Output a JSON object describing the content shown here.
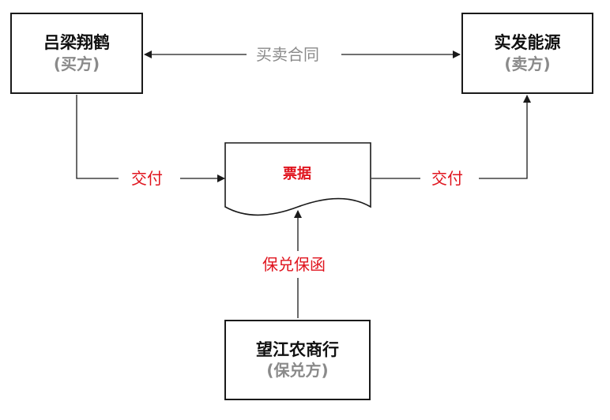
{
  "colors": {
    "line": "#1a1a1a",
    "red_text": "#e0141e",
    "gray_text": "#8a8a8a",
    "dark_text": "#111111"
  },
  "buyer": {
    "name": "吕梁翔鹤",
    "role": "(买方)"
  },
  "seller": {
    "name": "实发能源",
    "role": "(卖方)"
  },
  "guarantor": {
    "name": "望江农商行",
    "role": "(保兑方)"
  },
  "bill": {
    "title": "票据"
  },
  "edges": {
    "contract": "买卖合同",
    "deliver_left": "交付",
    "deliver_right": "交付",
    "guarantee": "保兑保函"
  }
}
